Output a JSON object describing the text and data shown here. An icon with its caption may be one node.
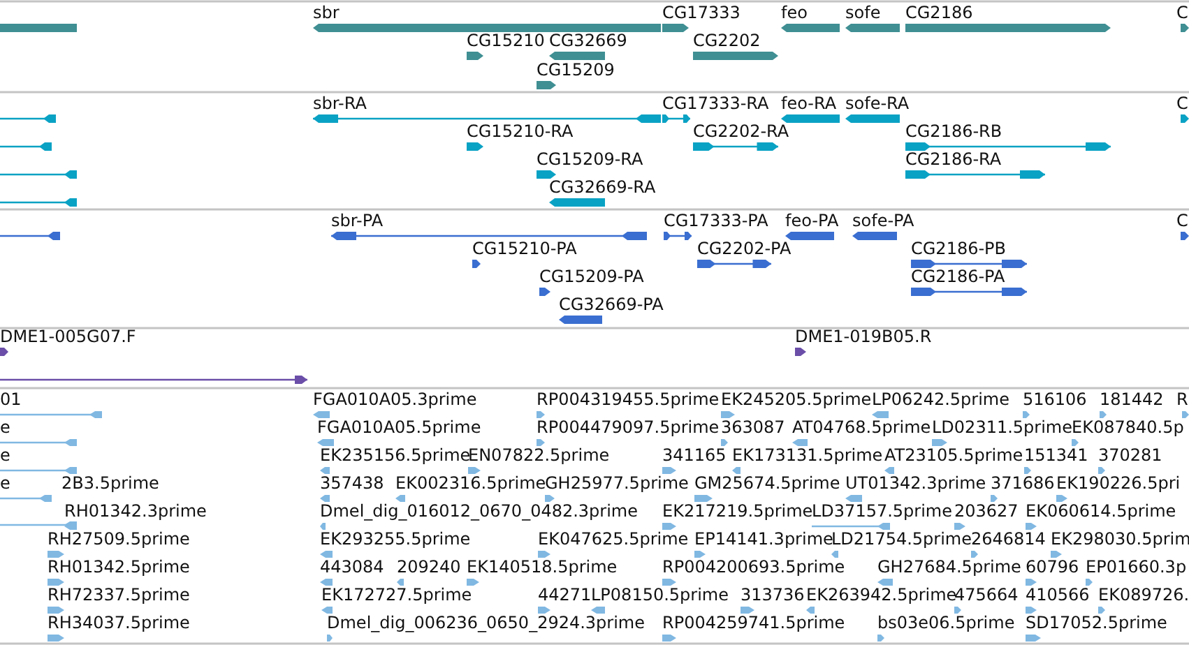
{
  "diagram": {
    "labels": [
      "sbr",
      "CG17333",
      "feo",
      "sofe",
      "CG2186",
      "C",
      "CG15210",
      "CG32669",
      "CG2202",
      "CG15209",
      "sbr-RA",
      "CG17333-RA",
      "feo-RA",
      "sofe-RA",
      "C",
      "CG15210-RA",
      "CG2202-RA",
      "CG2186-RB",
      "CG15209-RA",
      "CG2186-RA",
      "CG32669-RA",
      "sbr-PA",
      "CG17333-PA",
      "feo-PA",
      "sofe-PA",
      "C",
      "CG15210-PA",
      "CG2202-PA",
      "CG2186-PB",
      "CG15209-PA",
      "CG2186-PA",
      "CG32669-PA",
      "DME1-005G07.F",
      "DME1-019B05.R",
      "01",
      "FGA010A05.3prime",
      "RP004319455.5prime",
      "EK245205.5prime",
      "LP06242.5prime",
      "516106",
      "181442",
      "R",
      "e",
      "FGA010A05.5prime",
      "RP004479097.5prime",
      "363087",
      "AT04768.5prime",
      "LD02311.5prime",
      "EK087840.5p",
      "e",
      "EK235156.5prime",
      "EN07822.5prime",
      "341165",
      "EK173131.5prime",
      "AT23105.5prime",
      "151341",
      "370281",
      "e",
      "2B3.5prime",
      "357438",
      "EK002316.5prime",
      "GH25977.5prime",
      "GM25674.5prime",
      "UT01342.3prime",
      "371686",
      "EK190226.5pri",
      "RH01342.3prime",
      "Dmel_dig_016012_0670_0482.3prime",
      "EK217219.5prime",
      "LD37157.5prime",
      "203627",
      "EK060614.5prime",
      "RH27509.5prime",
      "EK293255.5prime",
      "EK047625.5prime",
      "EP14141.3prime",
      "LD21754.5prime",
      "2646814",
      "EK298030.5prim",
      "RH01342.5prime",
      "443084",
      "209240",
      "EK140518.5prime",
      "RP004200693.5prime",
      "GH27684.5prime",
      "60796",
      "EP01660.3p",
      "RH72337.5prime",
      "EK172727.5prime",
      "44271",
      "LP08150.5prime",
      "313736",
      "EK263942.5prime",
      "475664",
      "410566",
      "EK089726.",
      "RH34037.5prime",
      "Dmel_dig_006236_0650_2924.3prime",
      "RP004259741.5prime",
      "bs03e06.5prime",
      "SD17052.5prime"
    ]
  }
}
